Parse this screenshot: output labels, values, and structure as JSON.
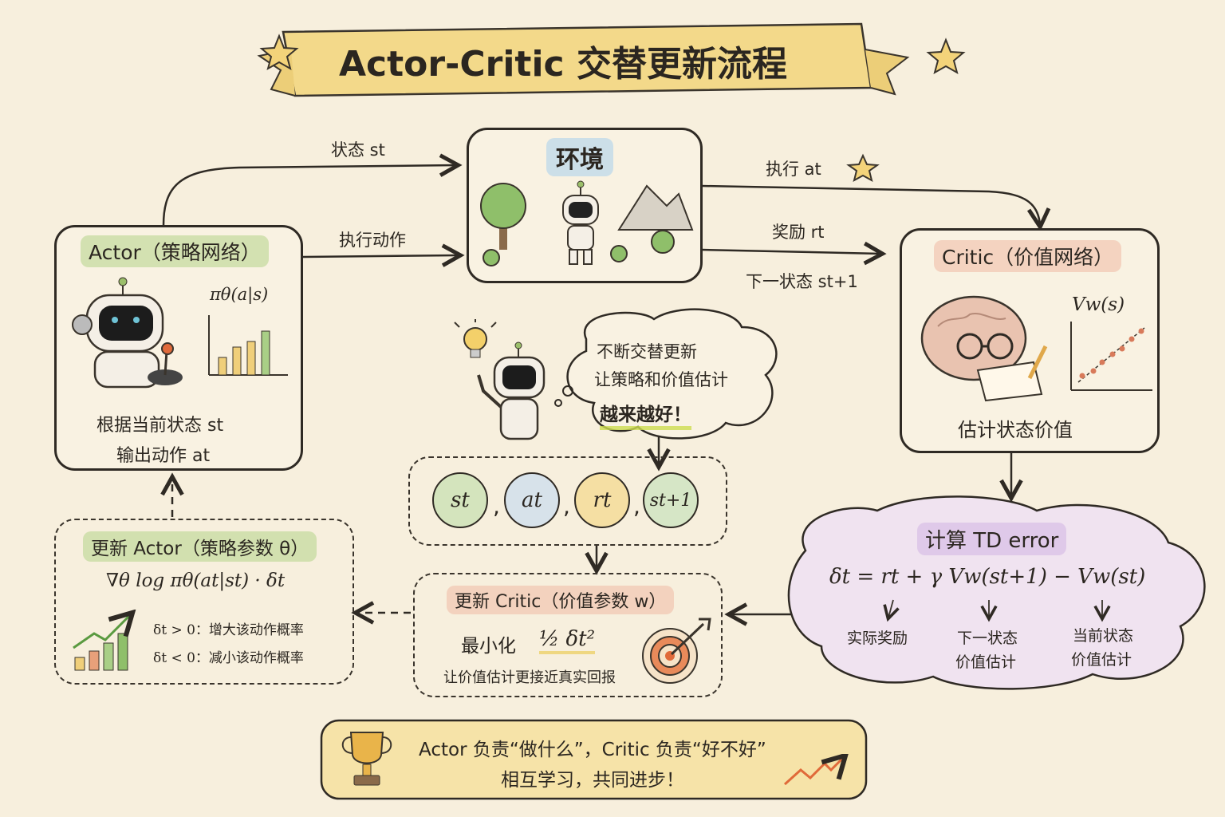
{
  "title": "Actor-Critic 交替更新流程",
  "environment": {
    "title": "环境"
  },
  "actor": {
    "title": "Actor（策略网络）",
    "policy_label": "πθ(a|s)",
    "desc_line1": "根据当前状态 st",
    "desc_line2": "输出动作 at"
  },
  "critic": {
    "title": "Critic（价值网络）",
    "value_label": "Vw(s)",
    "desc": "估计状态价值"
  },
  "edges": {
    "state": "状态 st",
    "action": "执行动作",
    "execute": "执行 at",
    "reward": "奖励 rt",
    "next_state": "下一状态 st+1"
  },
  "thought": {
    "line1": "不断交替更新",
    "line2": "让策略和价值估计",
    "line3": "越来越好！"
  },
  "transition": {
    "items": [
      "st",
      "at",
      "rt",
      "st+1"
    ],
    "colors": [
      "#d4e4bd",
      "#d7e2ea",
      "#f5dfa3",
      "#d6e6c6"
    ]
  },
  "td_error": {
    "title": "计算 TD error",
    "formula": "δt = rt + γ Vw(st+1) − Vw(st)",
    "note1": "实际奖励",
    "note2_line1": "下一状态",
    "note2_line2": "价值估计",
    "note3_line1": "当前状态",
    "note3_line2": "价值估计"
  },
  "update_actor": {
    "title": "更新 Actor（策略参数 θ）",
    "formula": "∇θ log πθ(at|st) · δt",
    "rule_pos": "δt > 0：增大该动作概率",
    "rule_neg": "δt < 0：减小该动作概率"
  },
  "update_critic": {
    "title": "更新 Critic（价值参数 w）",
    "minimize_label": "最小化",
    "formula": "½ δt²",
    "desc": "让价值估计更接近真实回报"
  },
  "summary": {
    "line1": "Actor 负责“做什么”，Critic 负责“好不好”",
    "line2": "相互学习，共同进步！"
  }
}
